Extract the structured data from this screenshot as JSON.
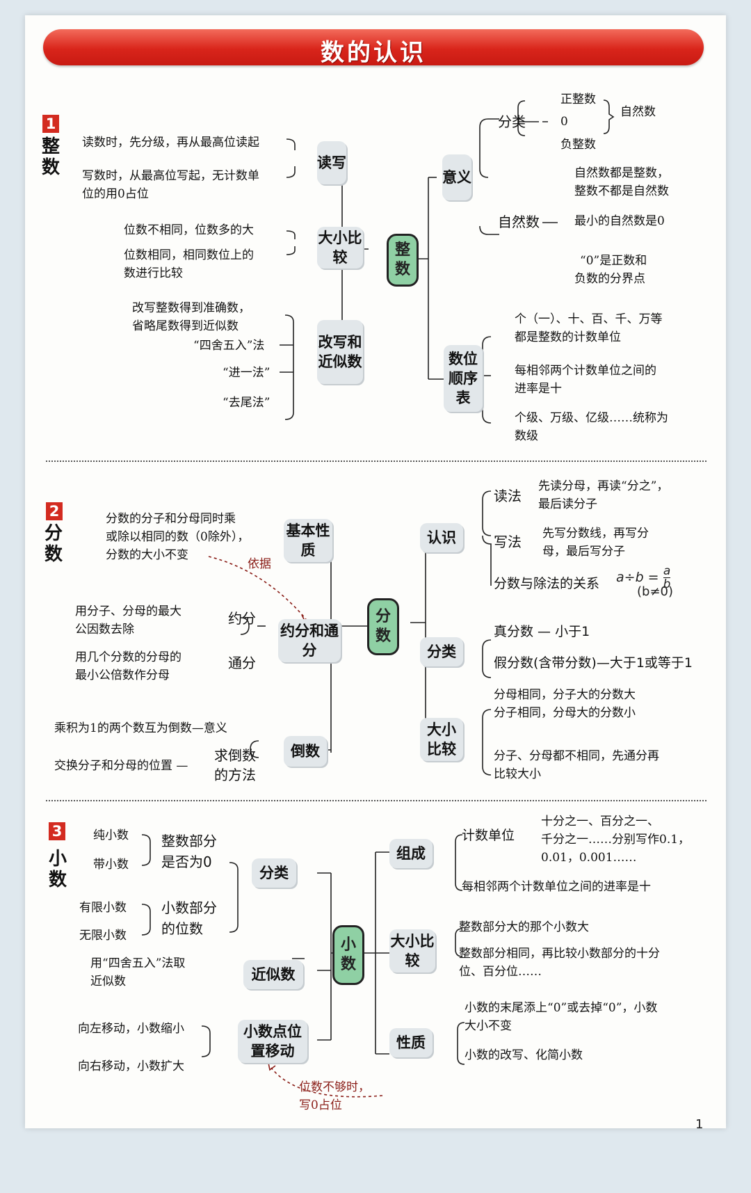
{
  "title": "数的认识",
  "page_number": "1",
  "sections": [
    {
      "number": "1",
      "name": "整数",
      "hub": "整数",
      "left": {
        "read_write": {
          "box": "读写",
          "items": [
            "读数时，先分级，再从最高位读起",
            "写数时，从最高位写起，无计数单",
            "位的用0占位"
          ]
        },
        "compare": {
          "box": "大小比较",
          "items": [
            "位数不相同，位数多的大",
            "位数相同，相同数位上的",
            "数进行比较"
          ]
        },
        "rounding": {
          "box": "改写和近似数",
          "items": [
            "改写整数得到准确数，",
            "省略尾数得到近似数",
            "“四舍五入”法",
            "“进一法”",
            "“去尾法”"
          ]
        }
      },
      "right": {
        "meaning": {
          "box": "意义",
          "classify_label": "分类",
          "classify_items": [
            "正整数",
            "0",
            "负整数"
          ],
          "classify_brace_label": "自然数",
          "natural_label": "自然数",
          "natural_items": [
            "自然数都是整数，",
            "整数不都是自然数",
            "最小的自然数是0",
            "“0”是正数和",
            "负数的分界点"
          ]
        },
        "place_table": {
          "box": "数位顺序表",
          "items": [
            "个（一）、十、百、千、万等",
            "都是整数的计数单位",
            "每相邻两个计数单位之间的",
            "进率是十",
            "个级、万级、亿级……统称为",
            "数级"
          ]
        }
      }
    },
    {
      "number": "2",
      "name": "分数",
      "hub": "分数",
      "left": {
        "basic": {
          "box": "基本性质",
          "items": [
            "分数的分子和分母同时乘",
            "或除以相同的数（0除外），",
            "分数的大小不变"
          ],
          "arrow_label": "依据"
        },
        "reduce": {
          "box": "约分和通分",
          "reduce_label": "约分",
          "reduce_items": [
            "用分子、分母的最大",
            "公因数去除"
          ],
          "common_label": "通分",
          "common_items": [
            "用几个分数的分母的",
            "最小公倍数作分母"
          ]
        },
        "reciprocal": {
          "box": "倒数",
          "meaning_text": "乘积为1的两个数互为倒数—意义",
          "method_text": "交换分子和分母的位置 —",
          "method_label": "求倒数的方法"
        }
      },
      "right": {
        "know": {
          "box": "认识",
          "read_label": "读法",
          "read_items": [
            "先读分母，再读“分之”，",
            "最后读分子"
          ],
          "write_label": "写法",
          "write_items": [
            "先写分数线，再写分",
            "母，最后写分子"
          ],
          "relation_label": "分数与除法的关系",
          "formula_left": "a÷b =",
          "formula_num": "a",
          "formula_den": "b",
          "formula_cond": "(b≠0)"
        },
        "classify": {
          "box": "分类",
          "proper": "真分数 — 小于1",
          "improper": "假分数(含带分数)—大于1或等于1"
        },
        "compare": {
          "box": "大小比较",
          "items": [
            "分母相同，分子大的分数大",
            "分子相同，分母大的分数小",
            "分子、分母都不相同，先通分再",
            "比较大小"
          ]
        }
      }
    },
    {
      "number": "3",
      "name": "小数",
      "hub": "小数",
      "left": {
        "classify": {
          "box": "分类",
          "pure": "纯小数",
          "mixed": "带小数",
          "basis1": "整数部分是否为0",
          "finite": "有限小数",
          "infinite": "无限小数",
          "basis2": "小数部分的位数"
        },
        "approx": {
          "box": "近似数",
          "items": [
            "用“四舍五入”法取",
            "近似数"
          ]
        },
        "point_move": {
          "box": "小数点位置移动",
          "left_move": "向左移动，小数缩小",
          "right_move": "向右移动，小数扩大",
          "note": [
            "位数不够时，",
            "写0占位"
          ]
        }
      },
      "right": {
        "compose": {
          "box": "组成",
          "unit_label": "计数单位",
          "unit_items": [
            "十分之一、百分之一、",
            "千分之一……分别写作0.1，",
            "0.01，0.001……"
          ],
          "rate": "每相邻两个计数单位之间的进率是十"
        },
        "compare": {
          "box": "大小比较",
          "items": [
            "整数部分大的那个小数大",
            "整数部分相同，再比较小数部分的十分",
            "位、百分位……"
          ]
        },
        "property": {
          "box": "性质",
          "items": [
            "小数的末尾添上“0”或去掉“0”，小数",
            "大小不变",
            "小数的改写、化简小数"
          ]
        }
      }
    }
  ],
  "colors": {
    "banner": "#d9251b",
    "hub": "#8fd0a4",
    "box": "#e2e7ea",
    "accent_red": "#8a1d17"
  }
}
